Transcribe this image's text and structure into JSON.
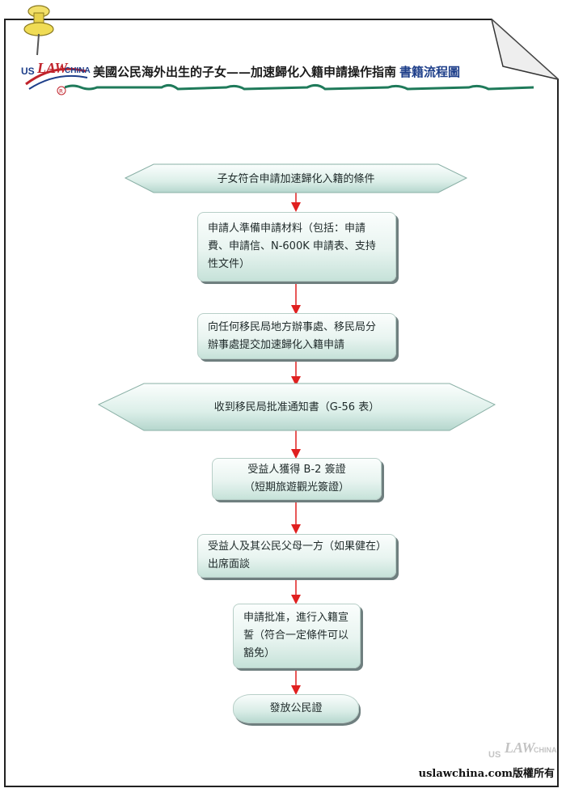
{
  "header": {
    "logo_text": "US LAW CHINA",
    "title": "美國公民海外出生的子女——加速歸化入籍申請操作指南",
    "subtitle": "書籍流程圖"
  },
  "flow": {
    "step1": "子女符合申請加速歸化入籍的條件",
    "step2": "申請人準備申請材料（包括：申請費、申請信、N-600K 申請表、支持性文件）",
    "step3": "向任何移民局地方辦事處、移民局分辦事處提交加速歸化入籍申請",
    "step4": "收到移民局批准通知書（G-56 表）",
    "step5_line1": "受益人獲得 B-2 簽證",
    "step5_line2": "（短期旅遊觀光簽證）",
    "step6": "受益人及其公民父母一方（如果健在）出席面談",
    "step7": "申請批准，進行入籍宣誓（符合一定條件可以豁免）",
    "step8": "發放公民證"
  },
  "footer": {
    "copyright": "uslawchina.com版權所有"
  }
}
